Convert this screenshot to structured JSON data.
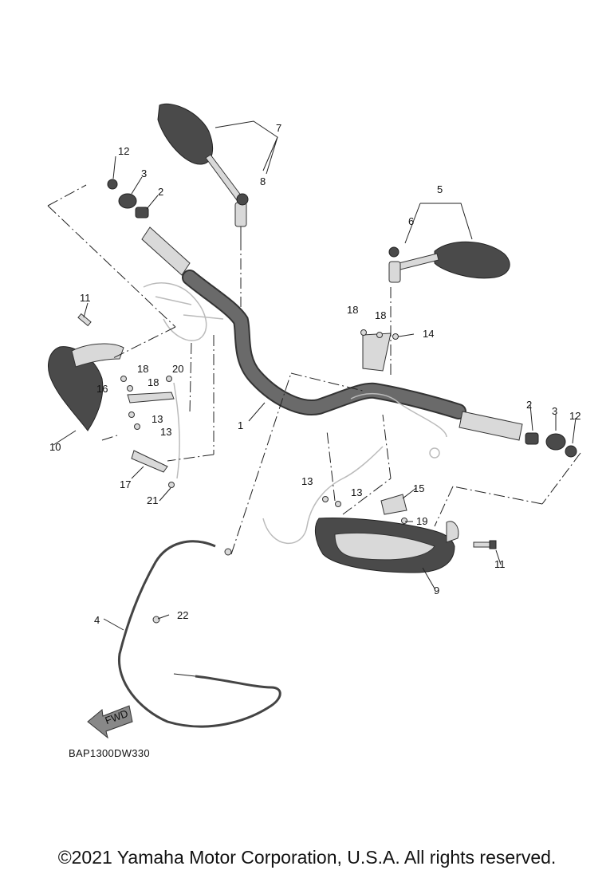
{
  "diagram": {
    "callouts": {
      "c1": "1",
      "c2a": "2",
      "c2b": "2",
      "c3a": "3",
      "c3b": "3",
      "c4": "4",
      "c5": "5",
      "c6": "6",
      "c7": "7",
      "c8": "8",
      "c9": "9",
      "c10": "10",
      "c11a": "11",
      "c11b": "11",
      "c12a": "12",
      "c12b": "12",
      "c13a": "13",
      "c13b": "13",
      "c13c": "13",
      "c13d": "13",
      "c14": "14",
      "c15": "15",
      "c16": "16",
      "c17": "17",
      "c18a": "18",
      "c18b": "18",
      "c18c": "18",
      "c18d": "18",
      "c19": "19",
      "c20": "20",
      "c21": "21",
      "c22": "22"
    },
    "fwd_label": "FWD",
    "drawing_code": "BAP1300DW330"
  },
  "footer": {
    "copyright": "©2021 Yamaha Motor Corporation, U.S.A. All rights reserved."
  }
}
